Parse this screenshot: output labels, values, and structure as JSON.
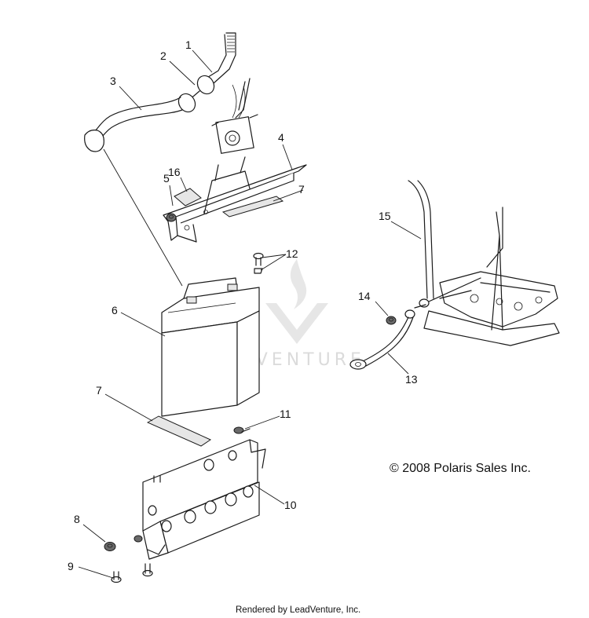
{
  "callouts": {
    "c1": "1",
    "c2": "2",
    "c3": "3",
    "c4": "4",
    "c5": "5",
    "c6": "6",
    "c7a": "7",
    "c7b": "7",
    "c8": "8",
    "c9": "9",
    "c10": "10",
    "c11": "11",
    "c12": "12",
    "c13": "13",
    "c14": "14",
    "c15": "15",
    "c16": "16"
  },
  "copyright": "© 2008 Polaris Sales Inc.",
  "watermark": "LEADVENTURE",
  "footer": "Rendered by LeadVenture, Inc."
}
